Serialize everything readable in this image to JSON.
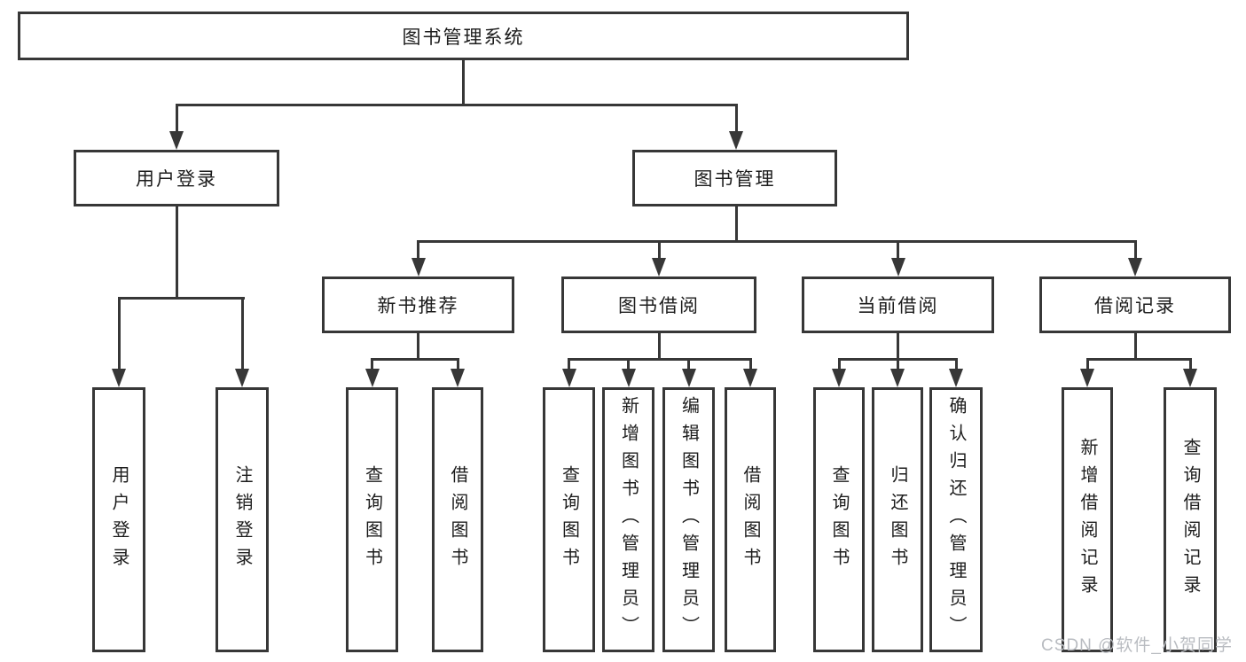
{
  "diagram": {
    "type": "tree",
    "tree": {
      "label": "图书管理系统",
      "children": [
        {
          "label": "用户登录",
          "children": [
            {
              "label": "用户登录"
            },
            {
              "label": "注销登录"
            }
          ]
        },
        {
          "label": "图书管理",
          "children": [
            {
              "label": "新书推荐",
              "children": [
                {
                  "label": "查询图书"
                },
                {
                  "label": "借阅图书"
                }
              ]
            },
            {
              "label": "图书借阅",
              "children": [
                {
                  "label": "查询图书"
                },
                {
                  "label": "新增图书（管理员）"
                },
                {
                  "label": "编辑图书（管理员）"
                },
                {
                  "label": "借阅图书"
                }
              ]
            },
            {
              "label": "当前借阅",
              "children": [
                {
                  "label": "查询图书"
                },
                {
                  "label": "归还图书"
                },
                {
                  "label": "确认归还（管理员）"
                }
              ]
            },
            {
              "label": "借阅记录",
              "children": [
                {
                  "label": "新增借阅记录"
                },
                {
                  "label": "查询借阅记录"
                }
              ]
            }
          ]
        }
      ]
    }
  },
  "watermark": {
    "text": "CSDN @软件_小贺同学"
  },
  "colors": {
    "line": "#373737",
    "box_border": "#373737",
    "box_fill": "#ffffff",
    "text": "#1c1c1c",
    "background": "#ffffff",
    "watermark_text": "#b9bcc1"
  }
}
